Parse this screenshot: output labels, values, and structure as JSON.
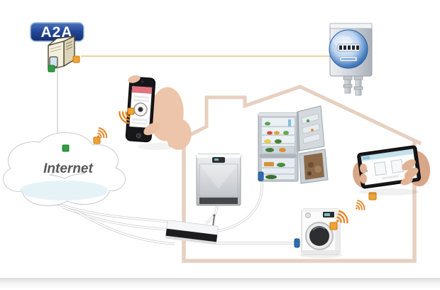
{
  "diagram": {
    "badge_label": "A2A",
    "cloud_label": "Internet",
    "nodes": [
      "a2a-platform-server",
      "internet-cloud",
      "smartphone-in-hand",
      "smart-meter",
      "refrigerator",
      "dishwasher",
      "washing-machine",
      "wifi-router",
      "tablet-in-hand",
      "house-outline"
    ],
    "colors": {
      "badge_blue": "#1c3a78",
      "house_outline": "#e7d0c1",
      "wireless_orange": "#e8821e",
      "marker_green": "#2f9e41",
      "marker_orange": "#f2a233",
      "marker_blue": "#2d6db3",
      "cloud_label_gray": "#575757",
      "meter_link_tan": "#e6c08a"
    }
  }
}
